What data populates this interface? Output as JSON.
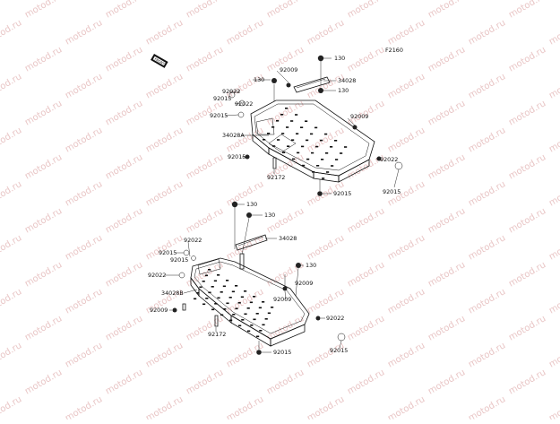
{
  "diagram": {
    "ref_code": "F2160",
    "watermark": "motod.ru",
    "front_icon_text": "FRONT",
    "upper_callouts": [
      "130",
      "92009",
      "34028",
      "130",
      "130",
      "92022",
      "92015",
      "92022",
      "92015",
      "92009",
      "34028A",
      "92015",
      "92172",
      "92022",
      "92015",
      "92015"
    ],
    "lower_callouts": [
      "130",
      "130",
      "34028",
      "92022",
      "92015",
      "92015",
      "130",
      "92022",
      "92009",
      "34028B",
      "92009",
      "92172",
      "92022",
      "92015",
      "92015"
    ]
  }
}
